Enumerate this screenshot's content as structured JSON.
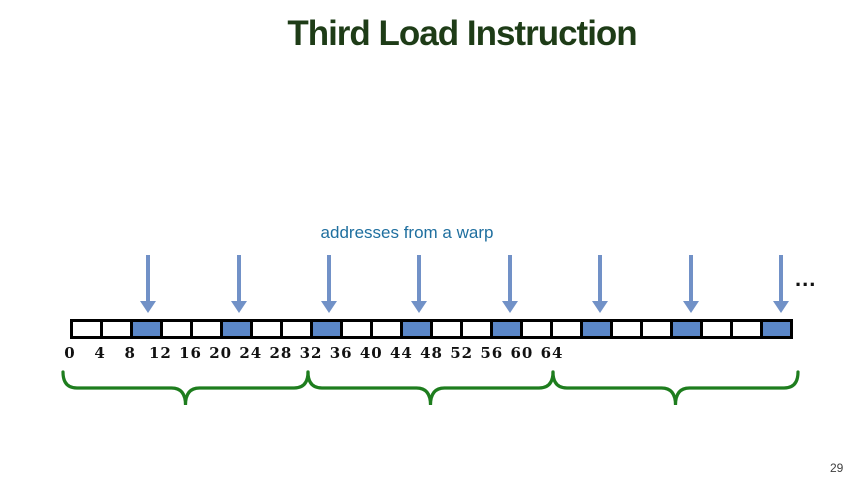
{
  "slide": {
    "title": "Third Load Instruction",
    "page_number": "29"
  },
  "diagram": {
    "caption": "addresses from a warp",
    "ellipsis": "...",
    "memory": {
      "total_cells": 24,
      "highlighted_cell_indices": [
        2,
        5,
        8,
        11,
        14,
        17,
        20,
        23
      ],
      "address_labels": [
        "0",
        "4",
        "8",
        "12",
        "16",
        "20",
        "24",
        "28",
        "32",
        "36",
        "40",
        "44",
        "48",
        "52",
        "56",
        "60",
        "64"
      ]
    },
    "brace_groups": 3
  },
  "colors": {
    "title_green": "#1e3c17",
    "caption_blue": "#1f6f9f",
    "arrow_blue": "#7191c7",
    "cell_fill_blue": "#5b87c8",
    "cell_border": "#000000",
    "brace_green": "#1e7d1e",
    "page_number_gray": "#404040"
  }
}
